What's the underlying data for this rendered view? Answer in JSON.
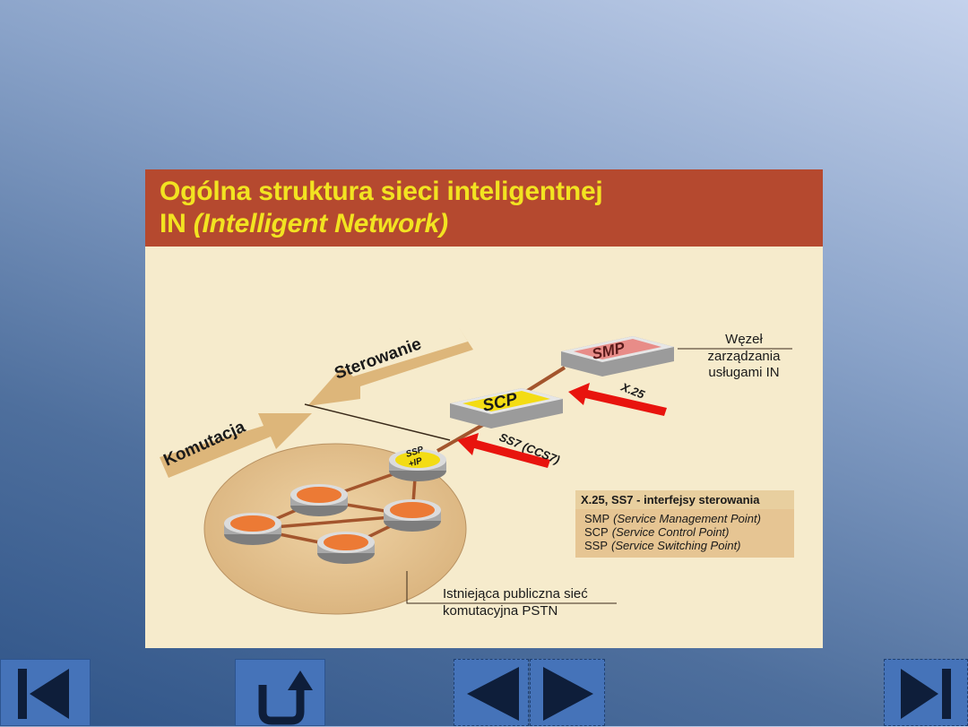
{
  "slide": {
    "title_line1": "Ogólna struktura sieci inteligentnej",
    "title_line2_prefix": "IN ",
    "title_line2_italic": "(Intelligent Network)"
  },
  "diagram": {
    "arrow_sterowanie": "Sterowanie",
    "arrow_komutacja": "Komutacja",
    "node_smp": "SMP",
    "node_scp": "SCP",
    "node_ssp_line1": "SSP",
    "node_ssp_line2": "+IP",
    "link_x25": "X.25",
    "link_ss7": "SS7 (CCS7)",
    "smp_label": [
      "Węzeł",
      "zarządzania",
      "usługami IN"
    ],
    "pstn_label": [
      "Istniejąca publiczna sieć",
      "komutacyjna PSTN"
    ],
    "legend": {
      "heading": "X.25, SS7 - interfejsy sterowania",
      "rows": [
        {
          "abbr": "SMP",
          "full": "(Service Management Point)"
        },
        {
          "abbr": "SCP",
          "full": "(Service Control Point)"
        },
        {
          "abbr": "SSP",
          "full": "(Service Switching Point)"
        }
      ]
    }
  },
  "nav": {
    "first": "first-slide-icon",
    "return": "return-icon",
    "prev": "previous-slide-icon",
    "next": "next-slide-icon",
    "last": "last-slide-icon"
  },
  "colors": {
    "header": "#b5492f",
    "title": "#f2e321",
    "panel": "#f6ebcc",
    "arrow_tan": "#ddb67a",
    "node_orange": "#ec7a35",
    "smp_pink": "#e88c88",
    "scp_yellow": "#f3dc14",
    "red_arrow": "#e8140e",
    "legend_bg": "#e6c593",
    "nav_blue": "#4573b9"
  }
}
